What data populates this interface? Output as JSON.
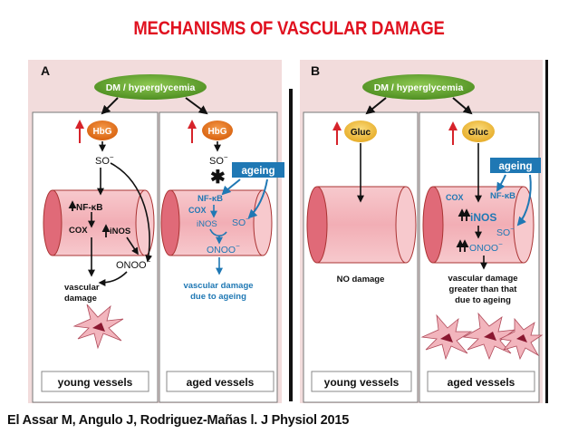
{
  "title": "MECHANISMS OF VASCULAR DAMAGE",
  "citation": "El Assar M, Angulo J, Rodriguez-Mañas l. J Physiol 2015",
  "colors": {
    "title_red": "#e0111f",
    "green": "#6aa832",
    "orange": "#e8731c",
    "yellow": "#f3c64a",
    "vessel_pink": "#f4b8bd",
    "vessel_end": "#e06a78",
    "panel_bg": "#f2dcdc",
    "blue": "#1f78b4",
    "red_arrow": "#d6232a"
  },
  "panel_a": {
    "label": "A",
    "trigger": "DM / hyperglycemia",
    "young": {
      "marker": "HbG",
      "so": "SO",
      "so_sup": "−",
      "nfkb": "NF-κB",
      "cox": "COX",
      "inos": "iNOS",
      "onoo": "ONOO",
      "onoo_sup": "−",
      "outcome_line1": "vascular",
      "outcome_line2": "damage",
      "footer": "young vessels"
    },
    "aged": {
      "marker": "HbG",
      "so": "SO",
      "so_sup": "−",
      "ageing": "ageing",
      "nfkb": "NF-κB",
      "cox": "COX",
      "inos": "iNOS",
      "so2": "SO",
      "so2_sup": "−",
      "onoo": "ONOO",
      "onoo_sup": "−",
      "outcome_line1": "vascular damage",
      "outcome_line2": "due to ageing",
      "footer": "aged vessels"
    }
  },
  "panel_b": {
    "label": "B",
    "trigger": "DM / hyperglycemia",
    "young": {
      "marker": "Gluc",
      "outcome": "NO damage",
      "footer": "young vessels"
    },
    "aged": {
      "marker": "Gluc",
      "ageing": "ageing",
      "cox": "COX",
      "nfkb": "NF-κB",
      "inos": "iNOS",
      "so": "SO",
      "so_sup": "−",
      "onoo": "ONOO",
      "onoo_sup": "−",
      "outcome_line1": "vascular damage",
      "outcome_line2": "greater than that",
      "outcome_line3": "due to ageing",
      "footer": "aged vessels"
    }
  }
}
